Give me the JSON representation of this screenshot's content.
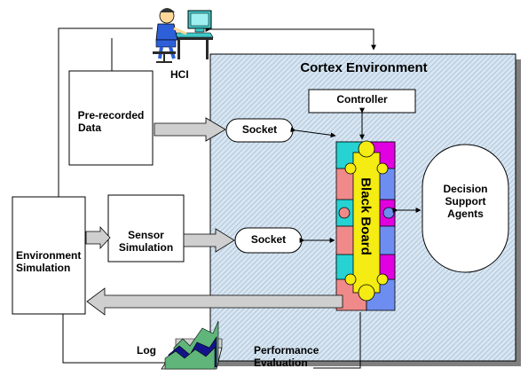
{
  "diagram": {
    "hci_label": "HCI",
    "cortex_title": "Cortex Environment",
    "controller_label": "Controller",
    "prerecorded_label_line1": "Pre-recorded",
    "prerecorded_label_line2": "Data",
    "socket_top_label": "Socket",
    "socket_bottom_label": "Socket",
    "sensor_label_line1": "Sensor",
    "sensor_label_line2": "Simulation",
    "env_label_line1": "Environment",
    "env_label_line2": "Simulation",
    "blackboard_label": "Black Board",
    "decision_label_line1": "Decision",
    "decision_label_line2": "Support",
    "decision_label_line3": "Agents",
    "log_label": "Log",
    "performance_label_line1": "Performance",
    "performance_label_line2": "Evaluation"
  },
  "colors": {
    "cortex_fill": "#d8e6f2",
    "cortex_hatch": "#9fb8cf",
    "arrow_fill": "#cfcfcf",
    "puzzle_pink": "#f08a8a",
    "puzzle_magenta": "#e000e0",
    "puzzle_cyan": "#26d2d2",
    "puzzle_blue": "#6d8ef0",
    "puzzle_yellow": "#f4ec12",
    "chart_green": "#5fb57a",
    "chart_navy": "#14148a"
  },
  "icons": {
    "hci": "person-at-computer-icon",
    "performance": "3d-area-chart-icon"
  }
}
